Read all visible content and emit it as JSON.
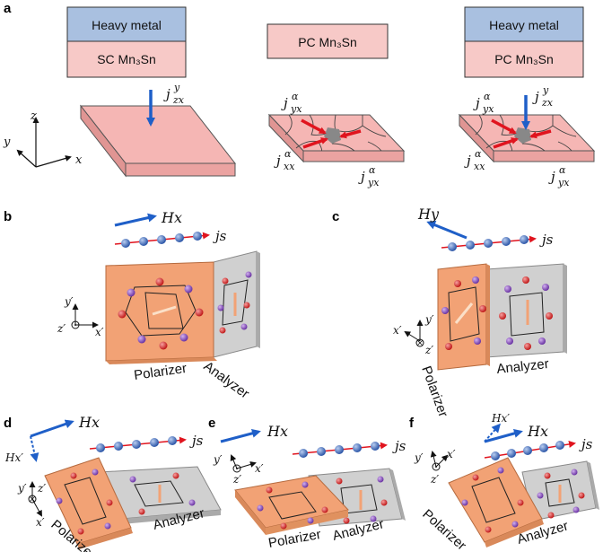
{
  "panel_labels": {
    "a": "a",
    "b": "b",
    "c": "c",
    "d": "d",
    "e": "e",
    "f": "f"
  },
  "panel_a": {
    "boxes": {
      "heavy_metal_left": "Heavy metal",
      "sc_mn3sn": "SC Mn₃Sn",
      "pc_mn3sn_middle": "PC Mn₃Sn",
      "heavy_metal_right": "Heavy metal",
      "pc_mn3sn_right": "PC Mn₃Sn"
    },
    "axes": {
      "z": "z",
      "y": "y",
      "x": "x"
    },
    "currents": {
      "j_zx_y_left": "jzxy",
      "j_yx_alpha_mid_top": "jyxα",
      "j_xx_alpha_mid": "jxxα",
      "j_yx_alpha_mid_bottom": "jyxα",
      "j_yx_alpha_right_top": "jyxα",
      "j_zx_y_right": "jzxy",
      "j_xx_alpha_right": "jxxα",
      "j_yx_alpha_right_bottom": "jyxα"
    }
  },
  "panel_b": {
    "field": "Hx",
    "spin_current": "js",
    "polarizer": "Polarizer",
    "analyzer": "Analyzer",
    "axes": {
      "y": "y′",
      "z": "z′",
      "x": "x′"
    }
  },
  "panel_c": {
    "field": "Hy",
    "spin_current": "js",
    "polarizer": "Polarizer",
    "analyzer": "Analyzer",
    "axes": {
      "y": "y′",
      "x": "x′",
      "z": "z′"
    }
  },
  "panel_d": {
    "field": "Hx",
    "field2": "Hx′",
    "spin_current": "js",
    "polarizer": "Polarizer",
    "analyzer": "Analyzer",
    "axes": {
      "y": "y′",
      "z": "z′",
      "x": "x′"
    }
  },
  "panel_e": {
    "field": "Hx",
    "spin_current": "js",
    "polarizer": "Polarizer",
    "analyzer": "Analyzer",
    "axes": {
      "y": "y′",
      "z": "z′",
      "x": "x′"
    }
  },
  "panel_f": {
    "field": "Hx",
    "field2": "Hx′",
    "spin_current": "js",
    "polarizer": "Polarizer",
    "analyzer": "Analyzer",
    "axes": {
      "y": "y′",
      "z": "z′",
      "x": "x′"
    }
  },
  "colors": {
    "heavy_metal": "#a9c0e0",
    "mn3sn": "#f7c9c7",
    "slab": "#f5b6b4",
    "polarizer": "#f2a275",
    "analyzer": "#d0d0d0",
    "arrow_red": "#e0141e",
    "arrow_blue": "#1f5fc8",
    "atom_red": "#e23b3b",
    "atom_purple": "#8f4fc7"
  }
}
